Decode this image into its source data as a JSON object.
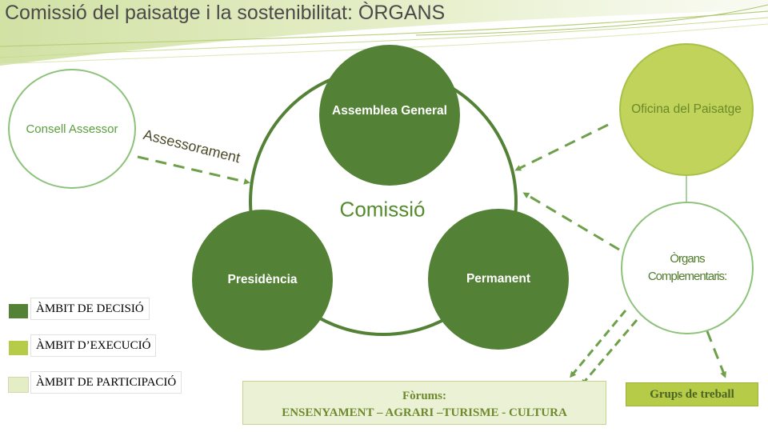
{
  "title": "Comissió del paisatge i la sostenibilitat: ÒRGANS",
  "colors": {
    "decisio": "#538135",
    "execucio": "#b6cb48",
    "participacio": "#e4edc6",
    "outline": "#8cc27a",
    "arrow": "#6ea04a"
  },
  "comissio": {
    "label": "Comissió",
    "assemblea_general": "Assemblea General",
    "presidencia": "Presidència",
    "permanent": "Permanent"
  },
  "consell_assessor": "Consell Assessor",
  "assessorament": "Assessorament",
  "oficina_paisatge": "Oficina del Paisatge",
  "organs_complementaris": {
    "line1": "Òrgans",
    "line2": "Complementaris:"
  },
  "legend": {
    "decisio": "ÀMBIT DE DECISIÓ",
    "execucio": "ÀMBIT D’EXECUCIÓ",
    "participacio": "ÀMBIT DE PARTICIPACIÓ"
  },
  "forums": {
    "title": "Fòrums:",
    "list": "ENSENYAMENT – AGRARI –TURISME - CULTURA"
  },
  "grups_treball": "Grups de treball"
}
